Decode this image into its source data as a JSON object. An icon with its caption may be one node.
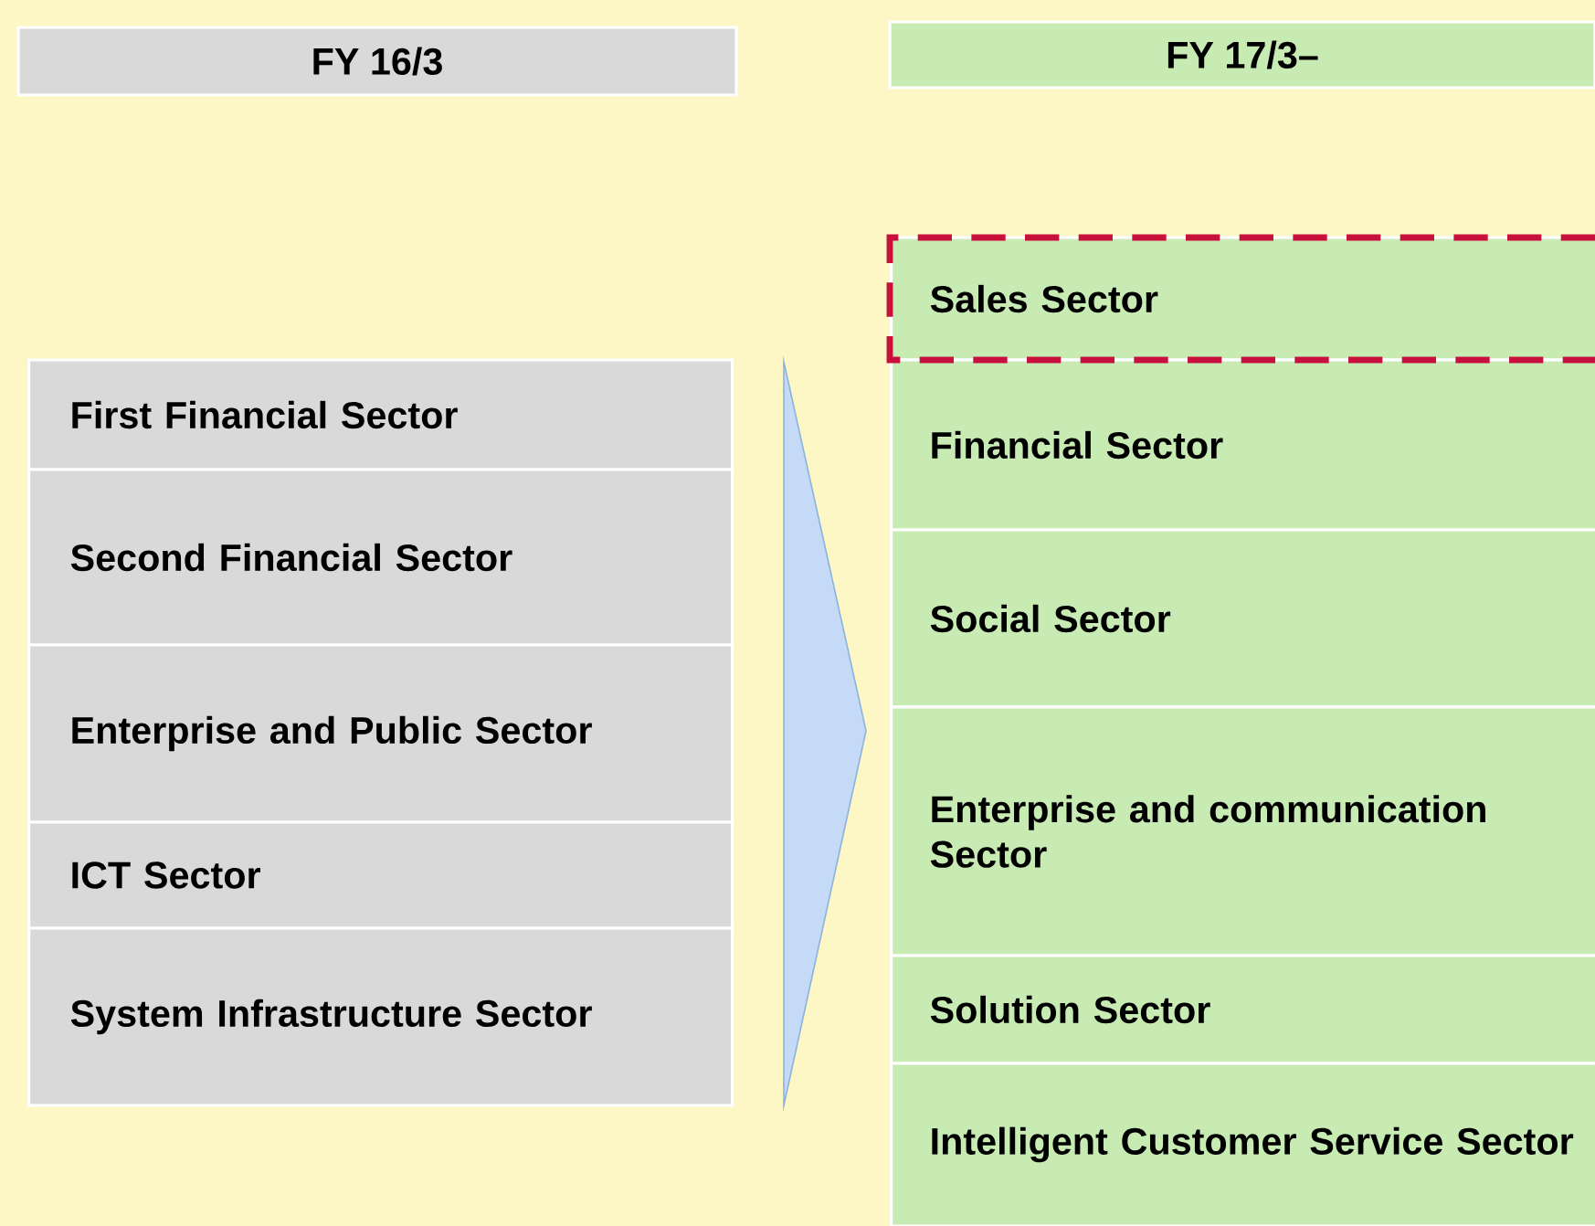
{
  "diagram": {
    "nodes": [
      {
        "text": [
          "FY 16/3"
        ]
      },
      {
        "text": [
          "FY 17/3–"
        ]
      },
      {
        "text": [
          "First Financial Sector"
        ]
      },
      {
        "text": [
          "Second Financial Sector"
        ]
      },
      {
        "text": [
          "Enterprise and Public Sector"
        ]
      },
      {
        "text": [
          "ICT Sector"
        ]
      },
      {
        "text": [
          "System Infrastructure Sector"
        ]
      },
      {
        "text": [
          "Sales Sector"
        ]
      },
      {
        "text": [
          "Financial Sector"
        ]
      },
      {
        "text": [
          "Social Sector"
        ]
      },
      {
        "text": [
          "Enterprise and communication Sector"
        ]
      },
      {
        "text": [
          "Solution Sector"
        ]
      },
      {
        "text": [
          "Intelligent Customer Service Sector"
        ]
      }
    ]
  }
}
